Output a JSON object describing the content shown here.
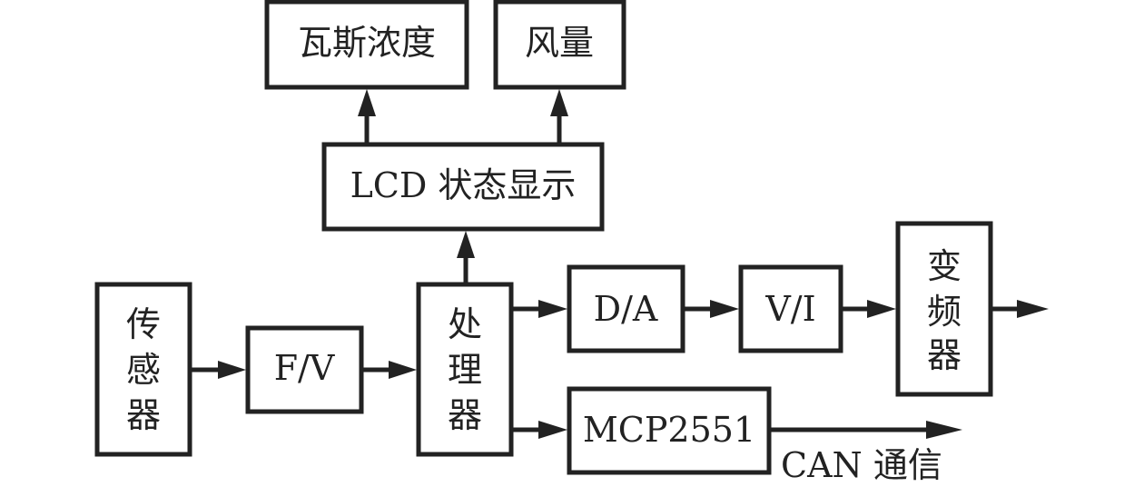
{
  "blocks": {
    "gas_concentration": "瓦斯浓度",
    "air_volume": "风量",
    "lcd_display": "LCD 状态显示",
    "sensor": [
      "传",
      "感",
      "器"
    ],
    "fv": "F/V",
    "processor": [
      "处",
      "理",
      "器"
    ],
    "da": "D/A",
    "vi": "V/I",
    "inverter": [
      "变",
      "频",
      "器"
    ],
    "mcp2551": "MCP2551"
  },
  "labels": {
    "can_comm": "CAN 通信"
  }
}
